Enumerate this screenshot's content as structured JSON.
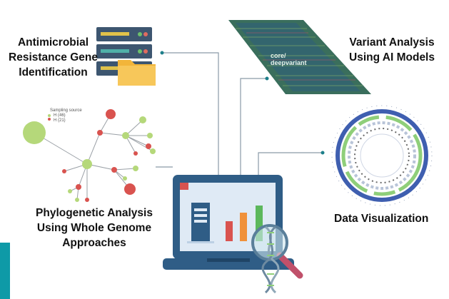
{
  "labels": {
    "amr_line1": "Antimicrobial",
    "amr_line2": "Resistance Gene",
    "amr_line3": "Identification",
    "variant_line1": "Variant Analysis",
    "variant_line2": "Using AI Models",
    "phylo_line1": "Phylogenetic Analysis",
    "phylo_line2": "Using Whole Genome",
    "phylo_line3": "Approaches",
    "dataviz": "Data Visualization"
  },
  "deepvariant": {
    "line1": "core/",
    "line2": "deepvariant"
  },
  "tree_legend": {
    "title": "Sampling source",
    "item1": "H (46)",
    "item2": "H (21)"
  },
  "colors": {
    "laptop": "#2f5d86",
    "screen": "#dfeaf5",
    "connector": "#8a9aa8",
    "node_green": "#b5d87a",
    "node_red": "#d9534f",
    "teal": "#0e9aa7"
  }
}
